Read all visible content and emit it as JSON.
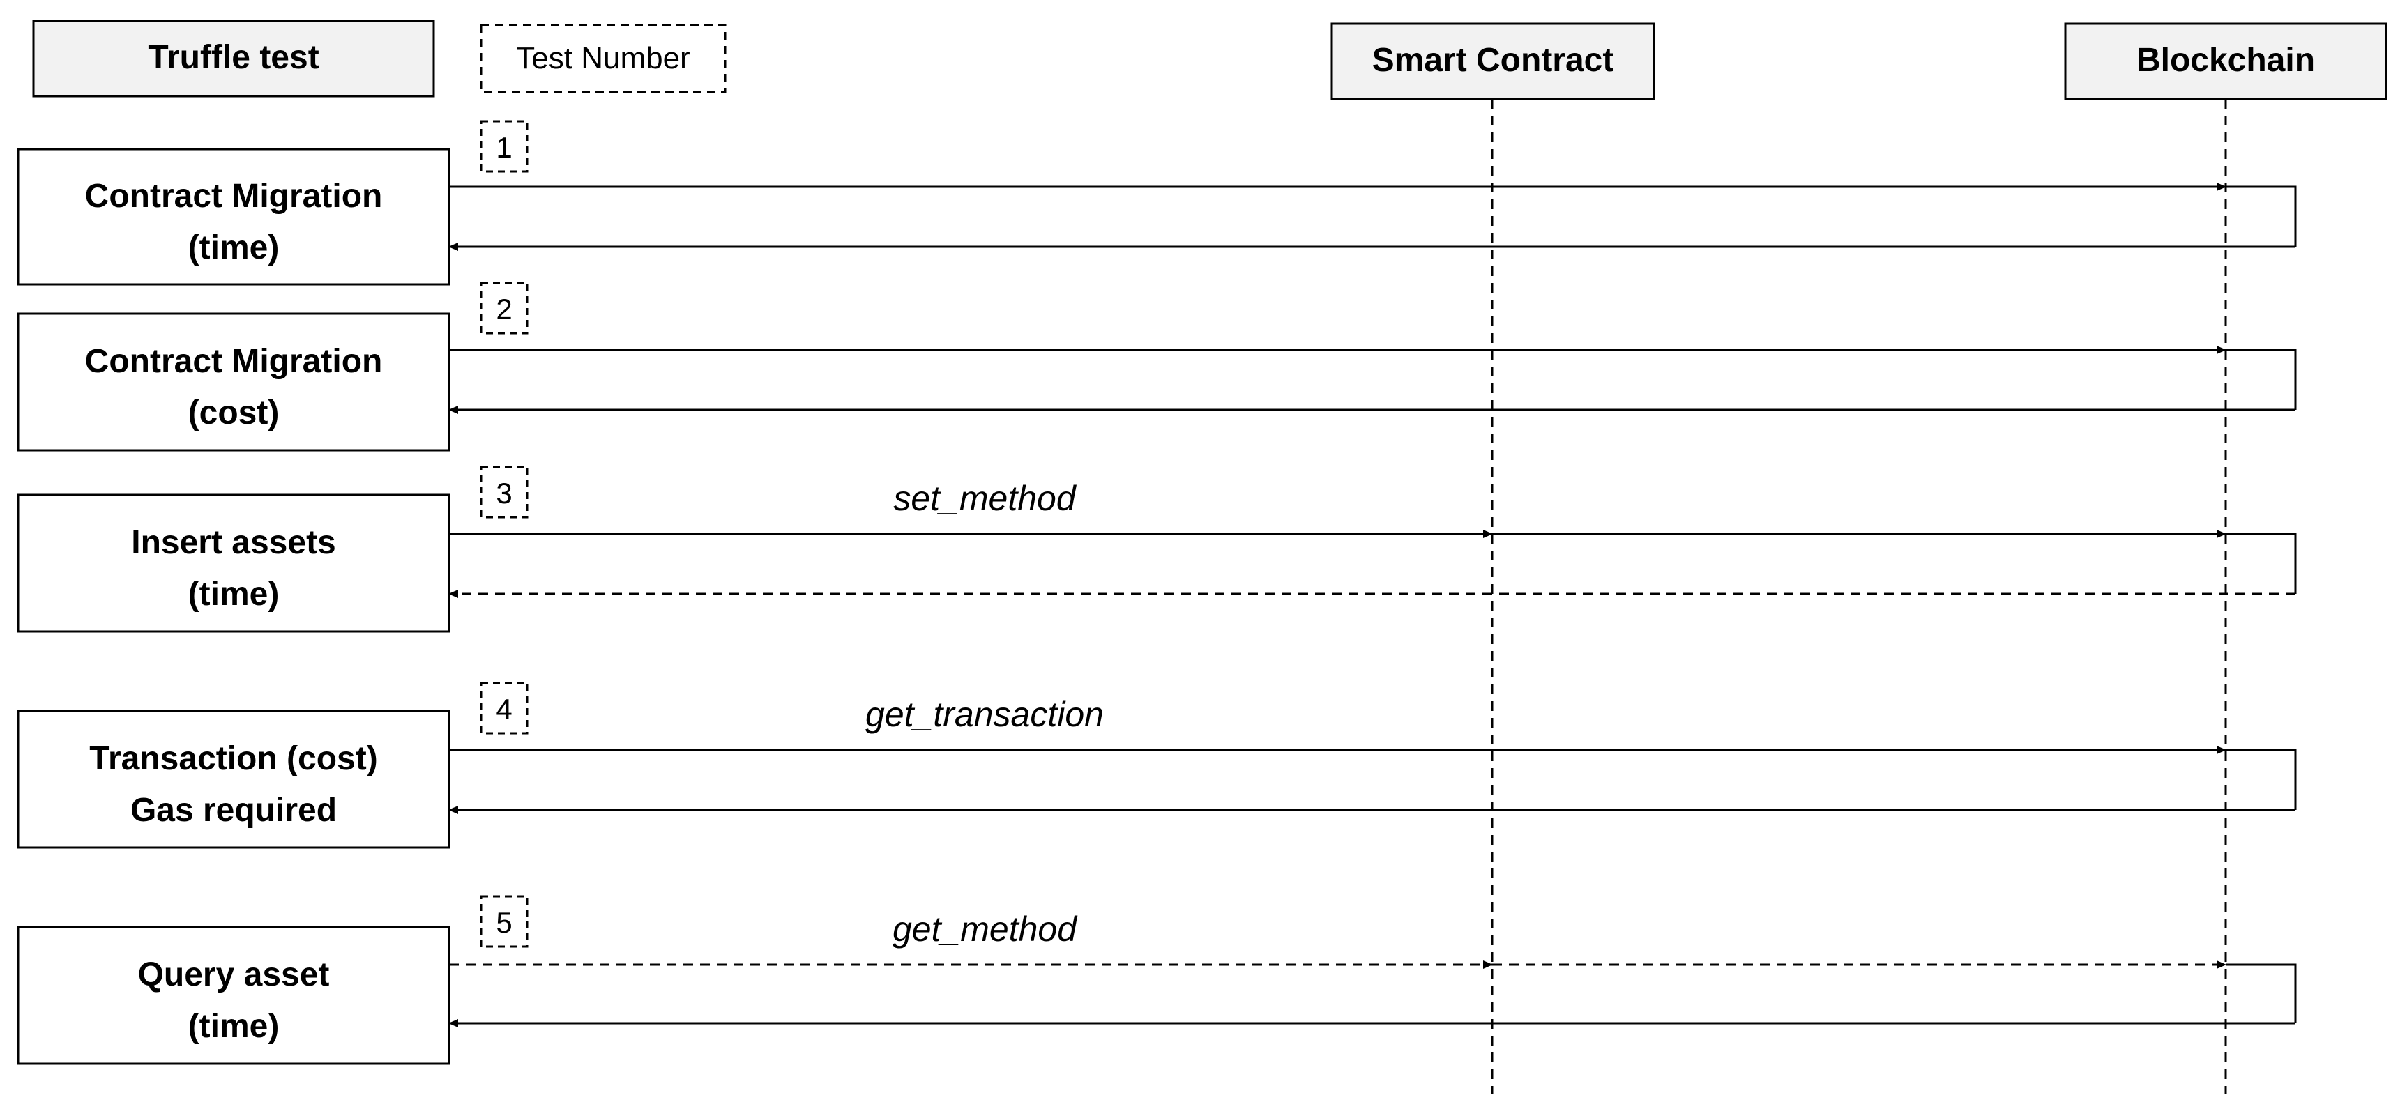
{
  "headers": {
    "truffle_test": "Truffle test",
    "test_number": "Test Number",
    "smart_contract": "Smart Contract",
    "blockchain": "Blockchain"
  },
  "tests": [
    {
      "number": "1",
      "line1": "Contract Migration",
      "line2": "(time)",
      "method": "",
      "via_contract": false,
      "request_dashed": false,
      "response_dashed": false
    },
    {
      "number": "2",
      "line1": "Contract Migration",
      "line2": "(cost)",
      "method": "",
      "via_contract": false,
      "request_dashed": false,
      "response_dashed": false
    },
    {
      "number": "3",
      "line1": "Insert assets",
      "line2": "(time)",
      "method": "set_method",
      "via_contract": true,
      "request_dashed": false,
      "response_dashed": true
    },
    {
      "number": "4",
      "line1": "Transaction (cost)",
      "line2": "Gas required",
      "method": "get_transaction",
      "via_contract": false,
      "request_dashed": false,
      "response_dashed": false
    },
    {
      "number": "5",
      "line1": "Query asset",
      "line2": "(time)",
      "method": "get_method",
      "via_contract": true,
      "request_dashed": true,
      "response_dashed": false
    }
  ]
}
